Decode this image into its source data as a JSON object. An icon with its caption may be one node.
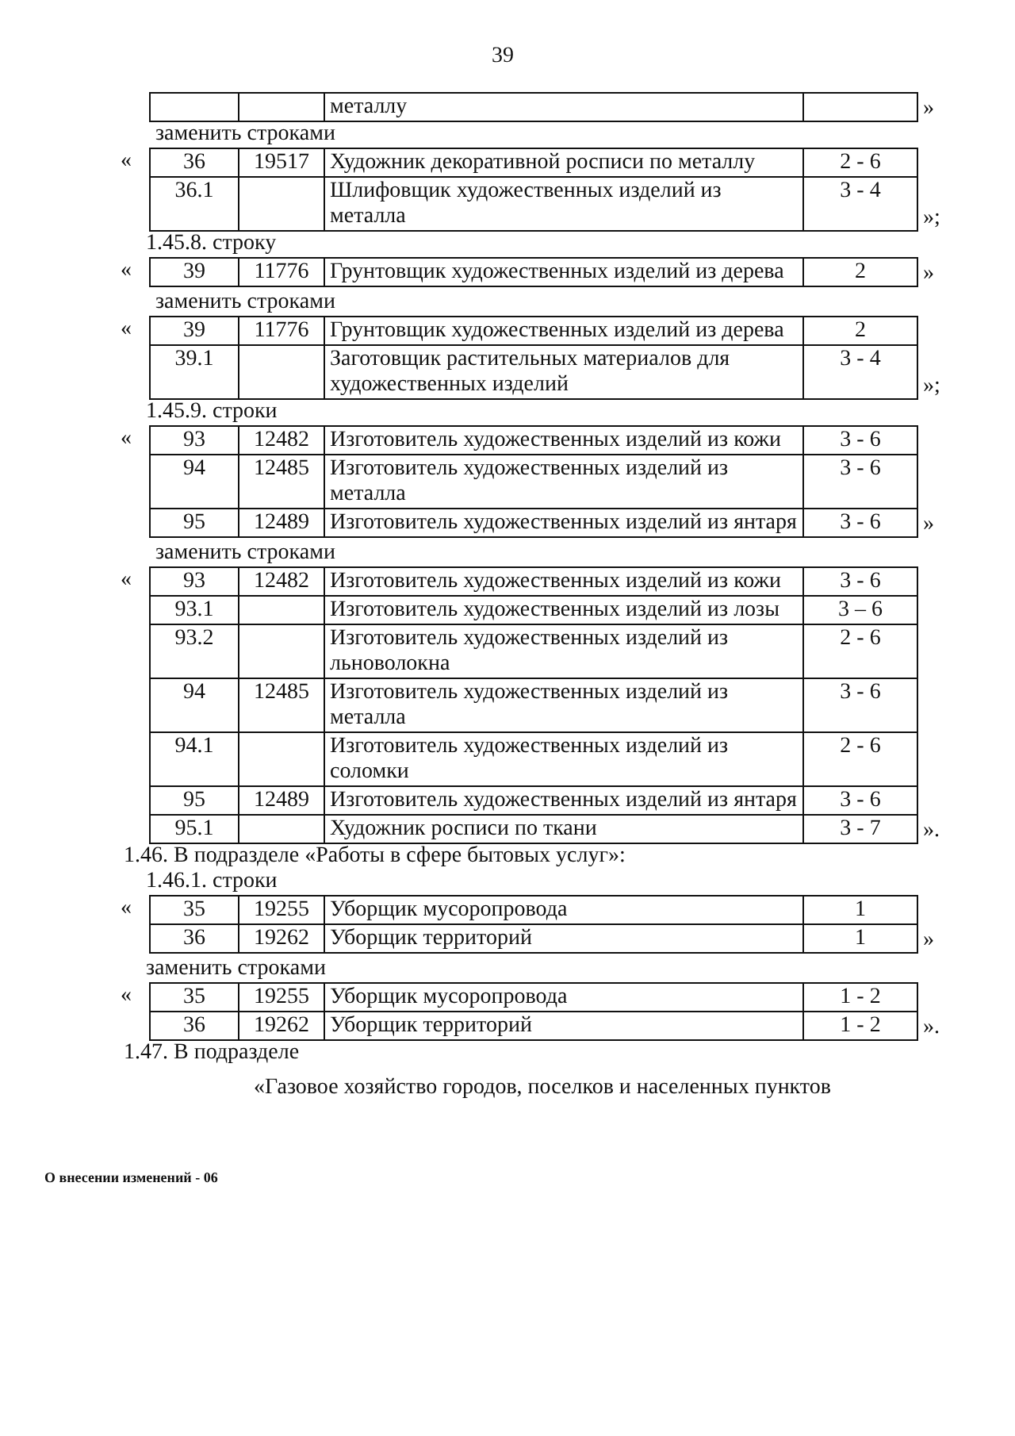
{
  "diagram": {
    "labels": [
      "39",
      "металлу",
      "»",
      "заменить строками",
      "«",
      "36",
      "19517",
      "Художник декоративной росписи по металлу",
      "2 - 6",
      "36.1",
      "Шлифовщик художественных изделий из металла",
      "3 - 4",
      "»;",
      "1.45.8. строку",
      "«",
      "39",
      "11776",
      "Грунтовщик художественных изделий из дерева",
      "2",
      "»",
      "заменить строками",
      "«",
      "39",
      "11776",
      "Грунтовщик художественных изделий из дерева",
      "2",
      "39.1",
      "Заготовщик растительных материалов для художественных изделий",
      "3 - 4",
      "»;",
      "1.45.9. строки",
      "«",
      "93",
      "12482",
      "Изготовитель художественных изделий из кожи",
      "3 - 6",
      "94",
      "12485",
      "Изготовитель художественных изделий из металла",
      "3 - 6",
      "95",
      "12489",
      "Изготовитель художественных изделий из янтаря",
      "3 - 6",
      "»",
      "заменить строками",
      "«",
      "93",
      "12482",
      "Изготовитель художественных изделий из кожи",
      "3 - 6",
      "93.1",
      "Изготовитель художественных изделий из лозы",
      "3 – 6",
      "93.2",
      "Изготовитель художественных изделий из льноволокна",
      "2 - 6",
      "94",
      "12485",
      "Изготовитель художественных изделий из металла",
      "3 - 6",
      "94.1",
      "Изготовитель художественных изделий из соломки",
      "2 - 6",
      "95",
      "12489",
      "Изготовитель художественных изделий из янтаря",
      "3 - 6",
      "95.1",
      "Художник росписи по ткани",
      "3 - 7",
      "».",
      "1.46. В подразделе «Работы в сфере бытовых услуг»:",
      "1.46.1. строки",
      "«",
      "35",
      "19255",
      "Уборщик мусоропровода",
      "1",
      "36",
      "19262",
      "Уборщик территорий",
      "1",
      "»",
      "заменить строками",
      "«",
      "35",
      "19255",
      "Уборщик мусоропровода",
      "1 - 2",
      "36",
      "19262",
      "Уборщик территорий",
      "1 - 2",
      "».",
      "1.47. В подразделе",
      "«Газовое хозяйство городов, поселков и населенных пунктов",
      "О внесении изменений - 06"
    ]
  }
}
